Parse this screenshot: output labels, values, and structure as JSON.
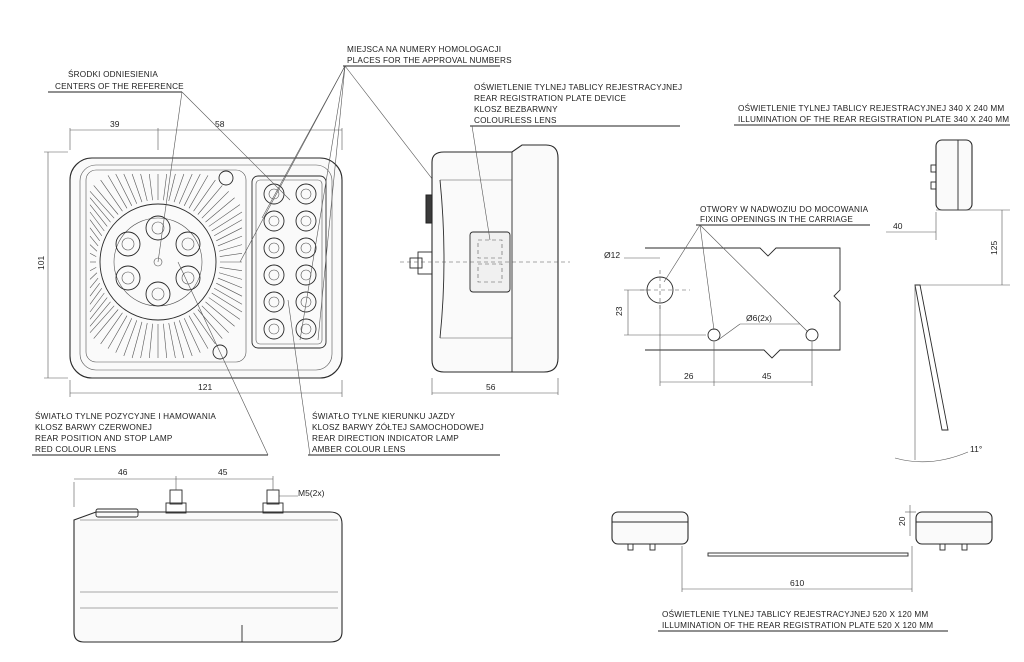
{
  "callouts": {
    "reference_pl": "ŚRODKI ODNIESIENIA",
    "reference_en": "CENTERS OF THE REFERENCE",
    "approval_pl": "MIEJSCA NA NUMERY HOMOLOGACJI",
    "approval_en": "PLACES FOR THE APPROVAL NUMBERS",
    "plate_device_pl1": "OŚWIETLENIE TYLNEJ TABLICY REJESTRACYJNEJ",
    "plate_device_en1": "REAR REGISTRATION PLATE DEVICE",
    "plate_device_pl2": "KLOSZ BEZBARWNY",
    "plate_device_en2": "COLOURLESS LENS",
    "rear_pos_pl1": "ŚWIATŁO TYLNE POZYCYJNE I HAMOWANIA",
    "rear_pos_pl2": "KLOSZ BARWY CZERWONEJ",
    "rear_pos_en1": "REAR POSITION AND STOP LAMP",
    "rear_pos_en2": "RED COLOUR LENS",
    "indicator_pl1": "ŚWIATŁO TYLNE KIERUNKU JAZDY",
    "indicator_pl2": "KLOSZ BARWY ŻÓŁTEJ SAMOCHODOWEJ",
    "indicator_en1": "REAR DIRECTION INDICATOR LAMP",
    "indicator_en2": "AMBER COLOUR LENS",
    "fixing_pl": "OTWORY W NADWOZIU DO MOCOWANIA",
    "fixing_en": "FIXING OPENINGS IN THE CARRIAGE",
    "illum340_pl": "OŚWIETLENIE TYLNEJ TABLICY REJESTRACYJNEJ 340 X 240 MM",
    "illum340_en": "ILLUMINATION OF THE REAR REGISTRATION PLATE 340 X 240 MM",
    "illum520_pl": "OŚWIETLENIE TYLNEJ TABLICY REJESTRACYJNEJ 520 X 120 MM",
    "illum520_en": "ILLUMINATION OF THE REAR REGISTRATION PLATE 520 X 120 MM"
  },
  "dimensions": {
    "front_left": "39",
    "front_right": "58",
    "front_height": "101",
    "front_width": "121",
    "side_depth": "56",
    "top_left": "46",
    "top_spacing": "45",
    "stud_thread": "M5(2x)",
    "hole_large": "Ø12",
    "hole_small": "Ø6(2x)",
    "hole_vertical": "23",
    "hole_offset": "26",
    "hole_spacing": "45",
    "side_offset": "40",
    "side_height": "125",
    "tilt_angle": "11°",
    "plate_gap": "20",
    "plate_span": "610"
  },
  "colors": {
    "line": "#2a2a2a",
    "background": "#ffffff"
  }
}
